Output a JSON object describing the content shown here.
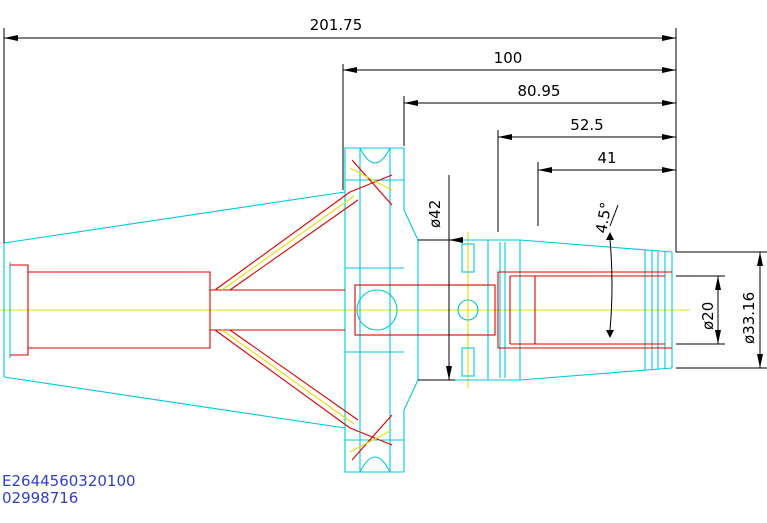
{
  "dimensions": {
    "overall_length": "201.75",
    "length_100": "100",
    "length_80_95": "80.95",
    "length_52_5": "52.5",
    "length_41": "41",
    "diameter_42": "ø42",
    "taper_angle": "4.5°",
    "diameter_20": "ø20",
    "diameter_33_16": "ø33.16"
  },
  "part_numbers": {
    "line1": "E2644560320100",
    "line2": "02998716"
  },
  "colors": {
    "outline": "#00c8e0",
    "bore": "#e00000",
    "centerline": "#e8e000",
    "dimension": "#000000",
    "label": "#2f3fd0"
  }
}
